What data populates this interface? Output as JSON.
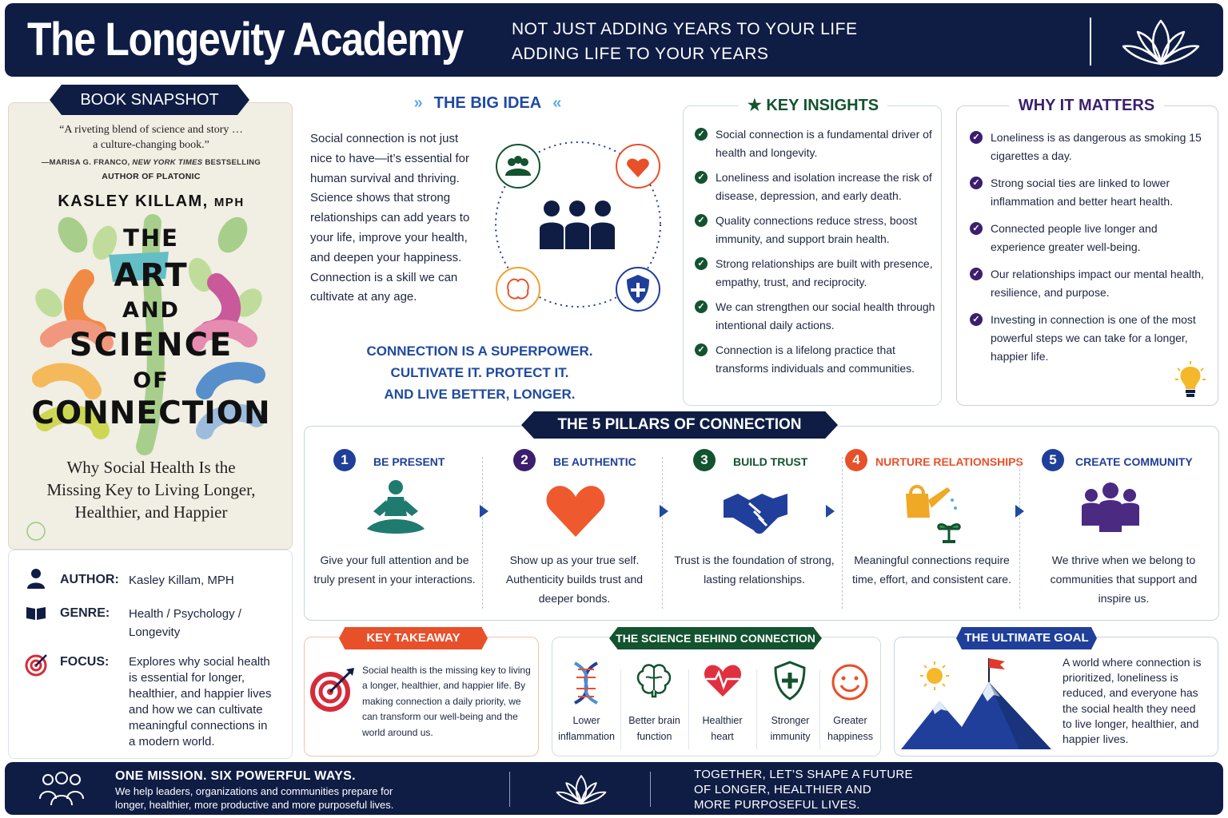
{
  "header": {
    "title": "The Longevity Academy",
    "tagline_1": "NOT JUST ADDING YEARS TO YOUR LIFE",
    "tagline_2": "ADDING LIFE TO YOUR YEARS",
    "icon": "lotus-icon"
  },
  "book": {
    "label": "BOOK SNAPSHOT",
    "quote_1": "“A riveting blend of science and story …",
    "quote_2": "a culture-changing book.”",
    "quote_attr_prefix": "—MARISA G. FRANCO, ",
    "quote_attr_italic": "NEW YORK TIMES",
    "quote_attr_suffix": " BESTSELLING",
    "quote_attr_2": "AUTHOR OF PLATONIC",
    "author_name": "KASLEY KILLAM,",
    "author_suffix": "MPH",
    "title_1": "THE",
    "title_2": "ART",
    "title_3": "AND",
    "title_4": "SCIENCE",
    "title_5": "OF",
    "title_6": "CONNECTION",
    "subtitle_1": "Why Social Health Is the",
    "subtitle_2": "Missing Key to Living Longer,",
    "subtitle_3": "Healthier, and Happier"
  },
  "info": {
    "author_label": "AUTHOR:",
    "author_value": "Kasley Killam, MPH",
    "genre_label": "GENRE:",
    "genre_value": "Health / Psychology / Longevity",
    "focus_label": "FOCUS:",
    "focus_value": "Explores why social health is essential for longer, healthier, and happier lives and how we can cultivate meaningful connections in a modern world."
  },
  "big_idea": {
    "title": "THE BIG IDEA",
    "text": "Social connection is not just nice to have—it’s essential for human survival and thriving. Science shows that strong relationships can add years to your life, improve your health, and deepen your happiness. Connection is a skill we can cultivate at any age.",
    "superpower_1": "CONNECTION IS A SUPERPOWER.",
    "superpower_2": "CULTIVATE IT. PROTECT IT.",
    "superpower_3": "AND LIVE BETTER, LONGER."
  },
  "key_insights": {
    "title": "KEY INSIGHTS",
    "items": [
      "Social connection is a fundamental driver of health and longevity.",
      "Loneliness and isolation increase the risk of disease, depression, and early death.",
      "Quality connections reduce stress, boost immunity, and support brain health.",
      "Strong relationships are built with presence, empathy, trust, and reciprocity.",
      "We can strengthen our social health through intentional daily actions.",
      "Connection is a lifelong practice that transforms individuals and communities."
    ]
  },
  "why_matters": {
    "title": "WHY IT MATTERS",
    "items": [
      "Loneliness is as dangerous as smoking 15 cigarettes a day.",
      "Strong social ties are linked to lower inflammation and better heart health.",
      "Connected people live longer and experience greater well-being.",
      "Our relationships impact our mental health, resilience, and purpose.",
      "Investing in connection is one of the most powerful steps we can take for a longer, happier life."
    ]
  },
  "pillars": {
    "title": "THE 5 PILLARS OF CONNECTION",
    "items": [
      {
        "num": "1",
        "name": "BE PRESENT",
        "desc": "Give your full attention and be truly present in your interactions.",
        "color": "#1f3f9a",
        "icon": "meditation-icon"
      },
      {
        "num": "2",
        "name": "BE AUTHENTIC",
        "desc": "Show up as your true self. Authenticity builds trust and deeper bonds.",
        "color": "#3b1f6e",
        "icon": "heart-icon"
      },
      {
        "num": "3",
        "name": "BUILD TRUST",
        "desc": "Trust is the foundation of strong, lasting relationships.",
        "color": "#13532f",
        "icon": "handshake-icon"
      },
      {
        "num": "4",
        "name": "NURTURE RELATIONSHIPS",
        "desc": "Meaningful connections require time, effort, and consistent care.",
        "color": "#e8502a",
        "icon": "watering-can-icon"
      },
      {
        "num": "5",
        "name": "CREATE COMMUNITY",
        "desc": "We thrive when we belong to communities that support and inspire us.",
        "color": "#1f3f9a",
        "icon": "community-icon"
      }
    ]
  },
  "takeaway": {
    "title": "KEY TAKEAWAY",
    "text": "Social health is the missing key to living a longer, healthier, and happier life. By making connection a daily priority, we can transform our well-being and the world around us."
  },
  "science": {
    "title": "THE SCIENCE BEHIND CONNECTION",
    "items": [
      {
        "label_1": "Lower",
        "label_2": "inflammation",
        "icon": "dna-icon"
      },
      {
        "label_1": "Better brain",
        "label_2": "function",
        "icon": "brain-icon"
      },
      {
        "label_1": "Healthier",
        "label_2": "heart",
        "icon": "heartbeat-icon"
      },
      {
        "label_1": "Stronger",
        "label_2": "immunity",
        "icon": "shield-icon"
      },
      {
        "label_1": "Greater",
        "label_2": "happiness",
        "icon": "smiley-icon"
      }
    ]
  },
  "goal": {
    "title": "THE ULTIMATE GOAL",
    "text": "A world where connection is prioritized, loneliness is reduced, and everyone has the social health they need to live longer, healthier, and happier lives."
  },
  "footer": {
    "mission_title": "ONE MISSION. SIX POWERFUL WAYS.",
    "mission_text_1": "We help leaders, organizations and communities prepare for",
    "mission_text_2": "longer, healthier, more productive and more purposeful lives.",
    "closing_1": "TOGETHER, LET’S SHAPE A FUTURE",
    "closing_2": "OF LONGER, HEALTHIER AND",
    "closing_3": "MORE PURPOSEFUL LIVES."
  },
  "colors": {
    "navy": "#0f1d45",
    "blue": "#1f4aa0",
    "green": "#13532f",
    "purple": "#3b1f6e",
    "orange": "#e8502a"
  }
}
